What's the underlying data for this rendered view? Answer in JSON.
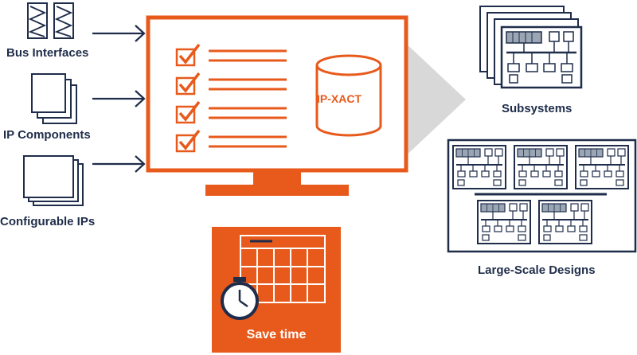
{
  "inputs": {
    "bus_interfaces": "Bus Interfaces",
    "ip_components": "IP Components",
    "configurable_ips": "Configurable IPs"
  },
  "monitor": {
    "database_label": "IP-XACT"
  },
  "outputs": {
    "subsystems": "Subsystems",
    "large_scale_designs": "Large-Scale Designs"
  },
  "benefit": {
    "label": "Save time"
  },
  "colors": {
    "accent_orange": "#e85a1c",
    "navy": "#1f2d4a",
    "chip_fill": "#9aa6b4",
    "arrow_gray": "#d8d8d8",
    "white": "#ffffff"
  },
  "icons": [
    "document-stack-icon",
    "checkbox-checked-icon",
    "database-cylinder-icon",
    "calendar-icon",
    "stopwatch-icon",
    "block-diagram-icon"
  ]
}
